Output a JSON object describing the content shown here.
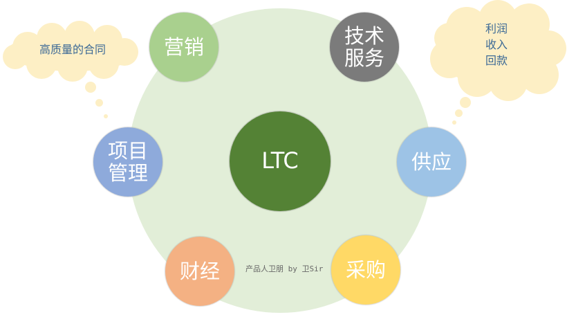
{
  "diagram": {
    "center": {
      "label": "LTC",
      "color": "#548235"
    },
    "nodes": [
      {
        "id": "marketing",
        "lines": [
          "营销"
        ],
        "color": "#a9d08e"
      },
      {
        "id": "tech-service",
        "lines": [
          "技术",
          "服务"
        ],
        "color": "#7b7b7b"
      },
      {
        "id": "project-mgmt",
        "lines": [
          "项目",
          "管理"
        ],
        "color": "#8eaadb"
      },
      {
        "id": "supply",
        "lines": [
          "供应"
        ],
        "color": "#9dc3e6"
      },
      {
        "id": "finance",
        "lines": [
          "财经"
        ],
        "color": "#f4b183"
      },
      {
        "id": "procurement",
        "lines": [
          "采购"
        ],
        "color": "#ffd966"
      }
    ],
    "background_circle_color": "#e2eed8",
    "clouds": [
      {
        "id": "left-cloud",
        "lines": [
          "高质量的合同"
        ]
      },
      {
        "id": "right-cloud",
        "lines": [
          "利润",
          "收入",
          "回款"
        ]
      }
    ],
    "cloud_color": "#fdefc5",
    "text_color": "#3d6a96",
    "credit": "产品人卫朋 by 卫Sir"
  }
}
